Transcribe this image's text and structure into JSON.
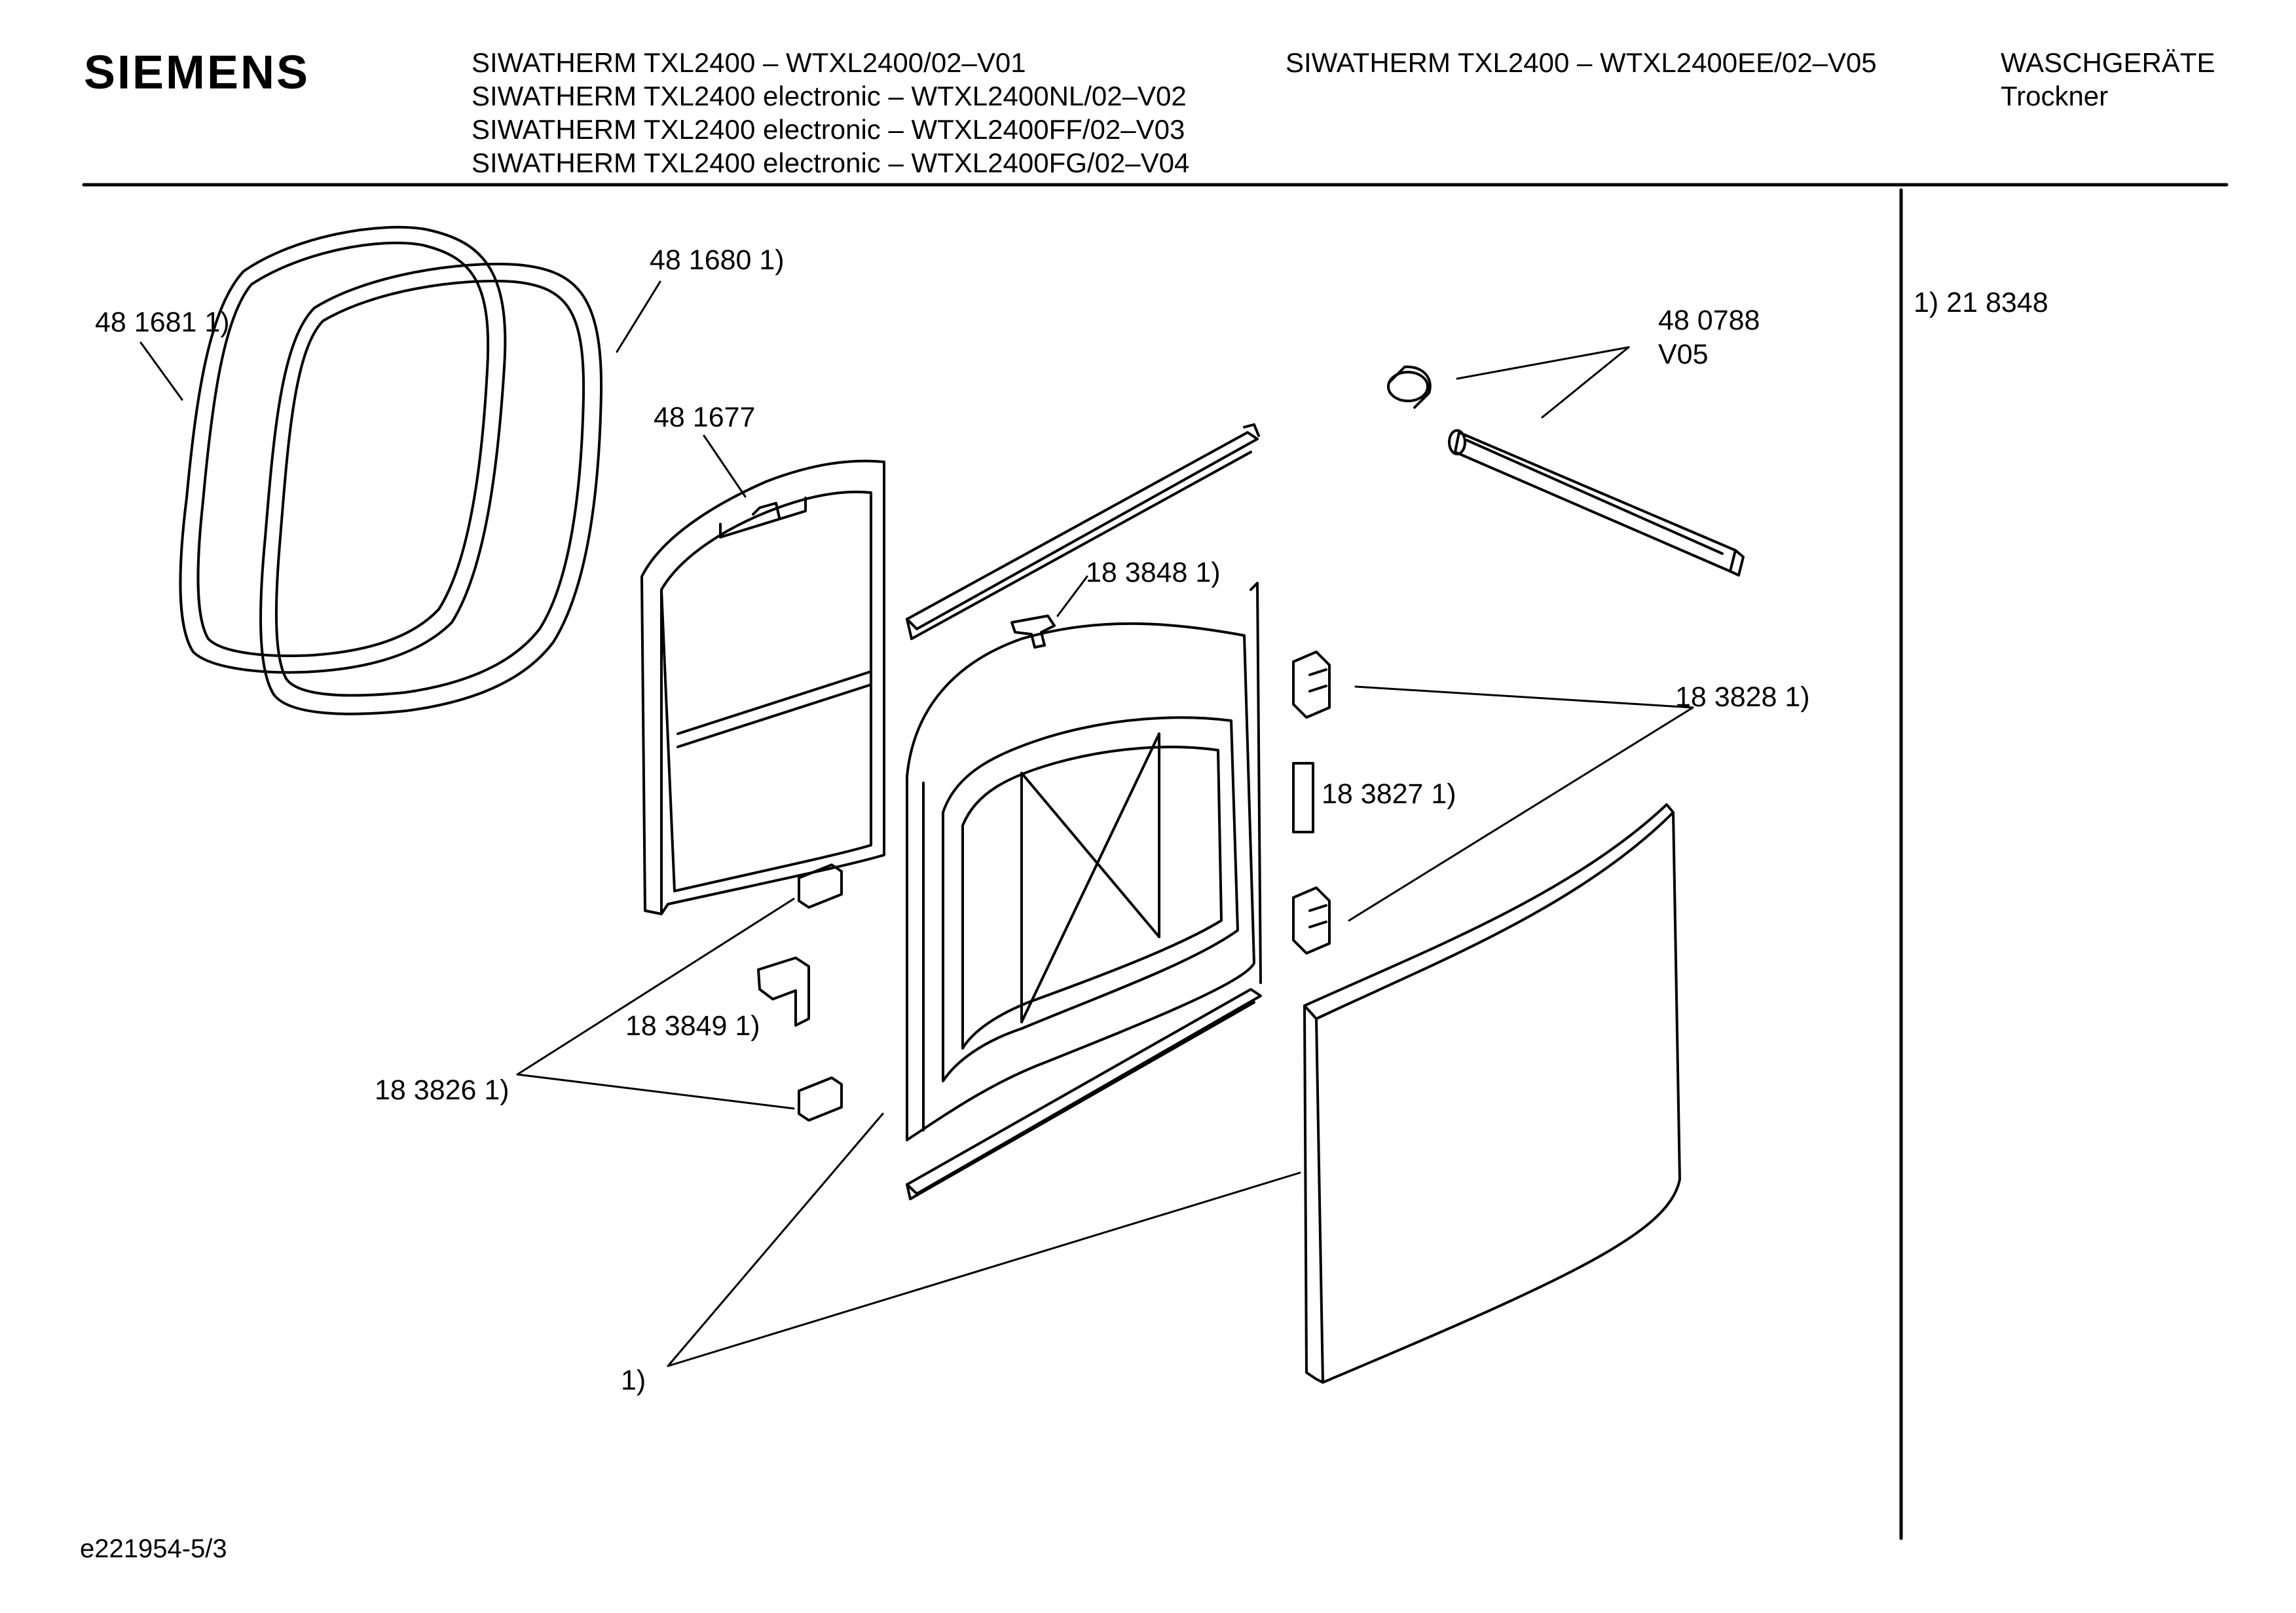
{
  "header": {
    "brand": "SIEMENS",
    "models_col1": [
      "SIWATHERM TXL2400 – WTXL2400/02–V01",
      "SIWATHERM TXL2400 electronic – WTXL2400NL/02–V02",
      "SIWATHERM TXL2400 electronic – WTXL2400FF/02–V03",
      "SIWATHERM TXL2400 electronic – WTXL2400FG/02–V04"
    ],
    "models_col2": "SIWATHERM TXL2400 – WTXL2400EE/02–V05",
    "category": "WASCHGERÄTE",
    "subcategory": "Trockner"
  },
  "side_note": "1) 21 8348",
  "labels": {
    "p481681": "48 1681 1)",
    "p481680": "48 1680 1)",
    "p481677": "48 1677",
    "p480788": "48 0788",
    "v05": "V05",
    "p183848": "18 3848 1)",
    "p183828": "18 3828 1)",
    "p183827": "18 3827 1)",
    "p183849": "18 3849 1)",
    "p183826": "18 3826 1)",
    "footnote_ref": "1)"
  },
  "footer": {
    "drawing_id": "e221954-5/3"
  }
}
